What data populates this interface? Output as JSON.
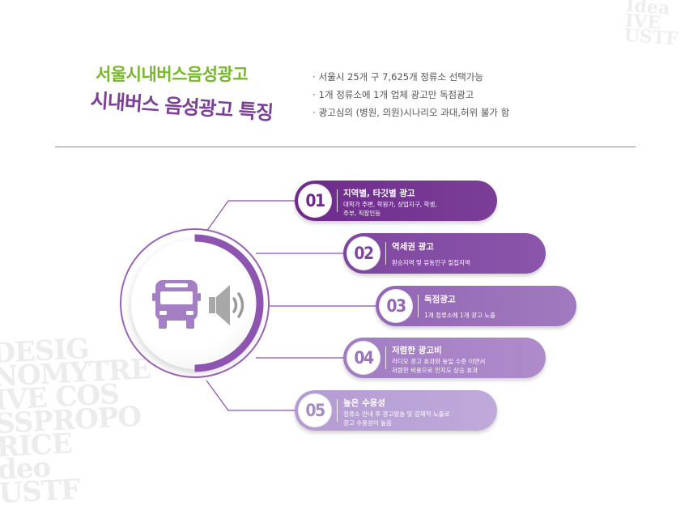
{
  "header": {
    "title_line1": "서울시내버스음성광고",
    "title_line2": "시내버스 음성광고 특징",
    "features": [
      "서울시 25개 구 7,625개 정류소  선택가능",
      "1개 정류소에 1개 업체 광고만 독점광고",
      "광고심의 (병원, 의원)시나리오 과대,허위  불가 함"
    ]
  },
  "items": [
    {
      "num": "01",
      "title": "지역별, 타깃별 광고",
      "desc1": "대학가 주변, 학원가, 상업지구, 학생,",
      "desc2": "주부, 직장인등"
    },
    {
      "num": "02",
      "title": "역세권 광고",
      "desc1": "환승지역 및 유동인구 밀집지역",
      "desc2": ""
    },
    {
      "num": "03",
      "title": "독점광고",
      "desc1": "1개 정류소에 1개 광고 노출",
      "desc2": ""
    },
    {
      "num": "04",
      "title": "저렴한 광고비",
      "desc1": "라디오 광고 효과와 동일 수준 이면서",
      "desc2": "저렴한 비용으로 인지도 상승 효과"
    },
    {
      "num": "05",
      "title": "높은 수용성",
      "desc1": "정류소 안내 후 광고방송 및 강제적 노출로",
      "desc2": "광고 수용성이 높음"
    }
  ],
  "icons": {
    "center": [
      "bus-icon",
      "speaker-icon"
    ]
  },
  "colors": {
    "title_green": "#76b82a",
    "title_purple": "#7b3f98",
    "pill_1": "#6e2a8c",
    "pill_2": "#7f46a0",
    "pill_3": "#9466b4",
    "pill_4": "#a27cc2",
    "pill_5": "#b49bd2",
    "icon_purple": "#a57fc4"
  }
}
